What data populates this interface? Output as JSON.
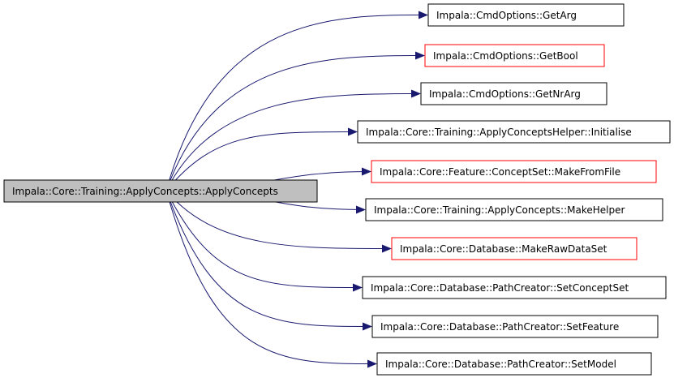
{
  "graph": {
    "source": {
      "label": "Impala::Core::Training::ApplyConcepts::ApplyConcepts",
      "fill": "#bfbfbf",
      "border": "#000000"
    },
    "edge_color": "#191970",
    "targets": [
      {
        "label": "Impala::CmdOptions::GetArg",
        "border": "#000000"
      },
      {
        "label": "Impala::CmdOptions::GetBool",
        "border": "#ff0000"
      },
      {
        "label": "Impala::CmdOptions::GetNrArg",
        "border": "#000000"
      },
      {
        "label": "Impala::Core::Training::ApplyConceptsHelper::Initialise",
        "border": "#000000"
      },
      {
        "label": "Impala::Core::Feature::ConceptSet::MakeFromFile",
        "border": "#ff0000"
      },
      {
        "label": "Impala::Core::Training::ApplyConcepts::MakeHelper",
        "border": "#000000"
      },
      {
        "label": "Impala::Core::Database::MakeRawDataSet",
        "border": "#ff0000"
      },
      {
        "label": "Impala::Core::Database::PathCreator::SetConceptSet",
        "border": "#000000"
      },
      {
        "label": "Impala::Core::Database::PathCreator::SetFeature",
        "border": "#000000"
      },
      {
        "label": "Impala::Core::Database::PathCreator::SetModel",
        "border": "#000000"
      }
    ]
  }
}
